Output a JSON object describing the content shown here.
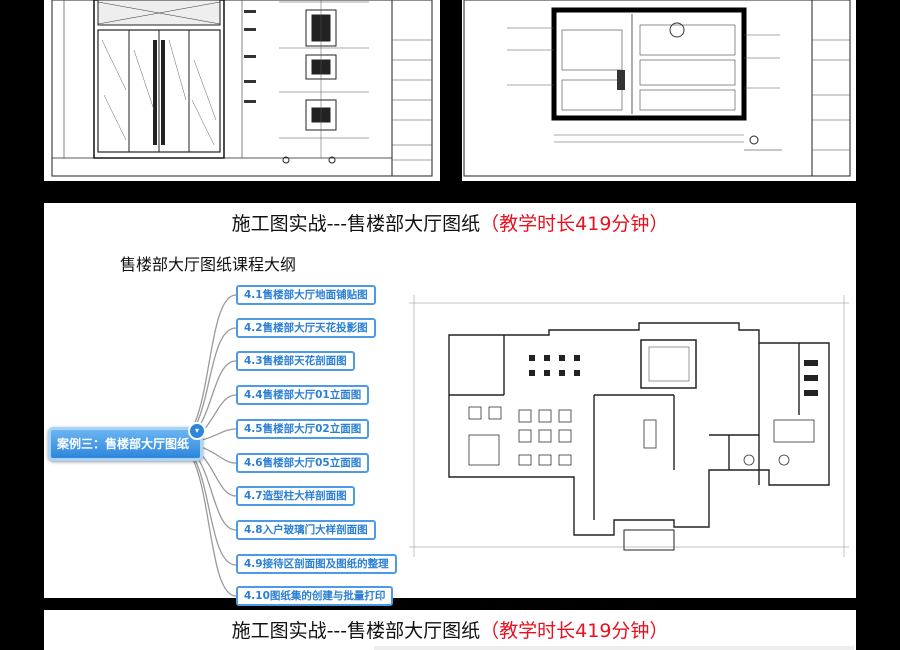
{
  "course": {
    "title_main": "施工图实战---售楼部大厅图纸",
    "title_highlight": "（教学时长419分钟）",
    "outline_title": "售楼部大厅图纸课程大纲",
    "center_node": "案例三：售楼部大厅图纸",
    "items": [
      "4.1售楼部大厅地面铺贴图",
      "4.2售楼部大厅天花投影图",
      "4.3售楼部天花剖面图",
      "4.4售楼部大厅01立面图",
      "4.5售楼部大厅02立面图",
      "4.6售楼部大厅05立面图",
      "4.7造型柱大样剖面图",
      "4.8入户玻璃门大样剖面图",
      "4.9接待区剖面图及图纸的整理",
      "4.10图纸集的创建与批量打印"
    ]
  },
  "colors": {
    "accent_red": "#e8101e",
    "node_blue": "#2d86dc",
    "branch_line": "#9a9a9a"
  }
}
